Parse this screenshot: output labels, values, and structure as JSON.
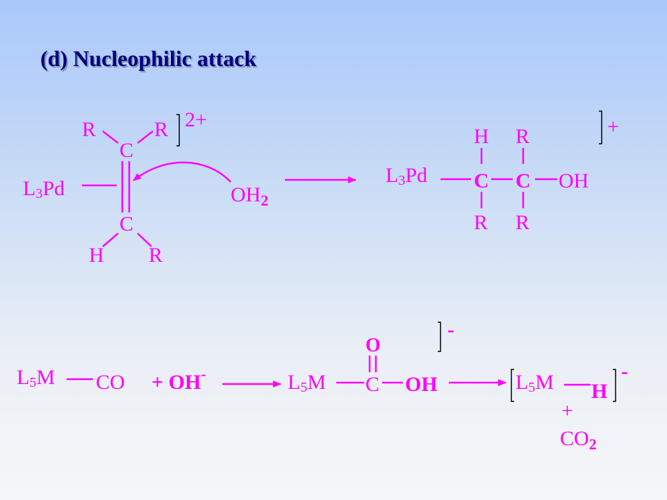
{
  "title": "(d) Nucleophilic attack",
  "colors": {
    "accent": "#ff00ff",
    "title": "#000080",
    "bracket": "#000000"
  },
  "reaction1": {
    "reactant": {
      "R_left": "R",
      "R_right": "R",
      "C_top": "C",
      "C_bottom": "C",
      "H": "H",
      "R_bottom": "R",
      "metal_L": "L",
      "metal_sub": "3",
      "metal_Pd": "Pd",
      "charge": "2+"
    },
    "nucleophile": {
      "formula": "OH",
      "sub": "2"
    },
    "product": {
      "H": "H",
      "R_top": "R",
      "metal_L": "L",
      "metal_sub": "3",
      "metal_Pd": "Pd",
      "C1": "C",
      "C2": "C",
      "OH": "OH",
      "R_bottom_left": "R",
      "R_bottom_right": "R",
      "charge": "+"
    }
  },
  "reaction2": {
    "reactant": {
      "metal_L": "L",
      "metal_sub": "5",
      "metal_M": "M",
      "CO": "CO"
    },
    "plus_oh": "+ OH",
    "oh_charge": "-",
    "intermediate": {
      "metal_L": "L",
      "metal_sub": "5",
      "metal_M": "M",
      "O": "O",
      "C": "C",
      "OH": "OH",
      "charge": "-"
    },
    "product": {
      "metal_L": "L",
      "metal_sub": "5",
      "metal_M": "M",
      "H": "H",
      "charge": "-",
      "plus": "+",
      "CO": "CO",
      "CO_sub": "2"
    }
  }
}
